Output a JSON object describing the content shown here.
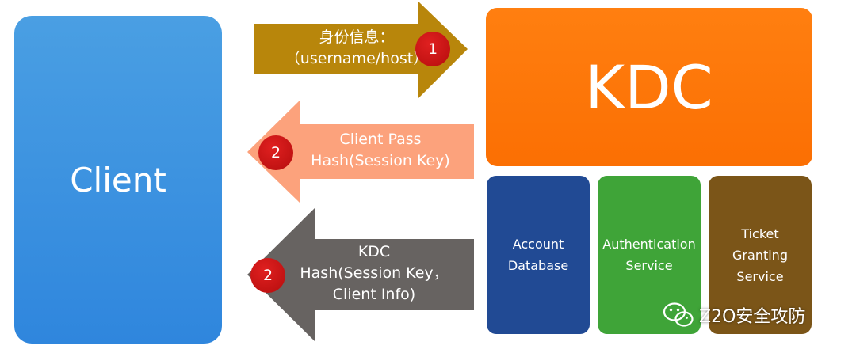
{
  "client": {
    "label": "Client"
  },
  "kdc": {
    "label": "KDC",
    "components": [
      {
        "line1": "Account",
        "line2": "Database",
        "color": "#214a94"
      },
      {
        "line1": "Authentication",
        "line2": "Service",
        "color": "#3fa438"
      },
      {
        "line1": "Ticket Granting",
        "line2": "Service",
        "color": "#7b5518"
      }
    ]
  },
  "arrows": [
    {
      "direction": "right",
      "color": "#b8860b",
      "badge": "1",
      "line1": "身份信息：",
      "line2": "（username/host）"
    },
    {
      "direction": "left",
      "color": "#fca27c",
      "badge": "2",
      "line1": "Client Pass",
      "line2": "Hash(Session Key)"
    },
    {
      "direction": "left",
      "color": "#676361",
      "badge": "2",
      "line1": "KDC",
      "line2": "Hash(Session Key，",
      "line3": "Client Info)"
    }
  ],
  "watermark": {
    "text": "Z2O安全攻防",
    "icon": "wechat-icon"
  }
}
